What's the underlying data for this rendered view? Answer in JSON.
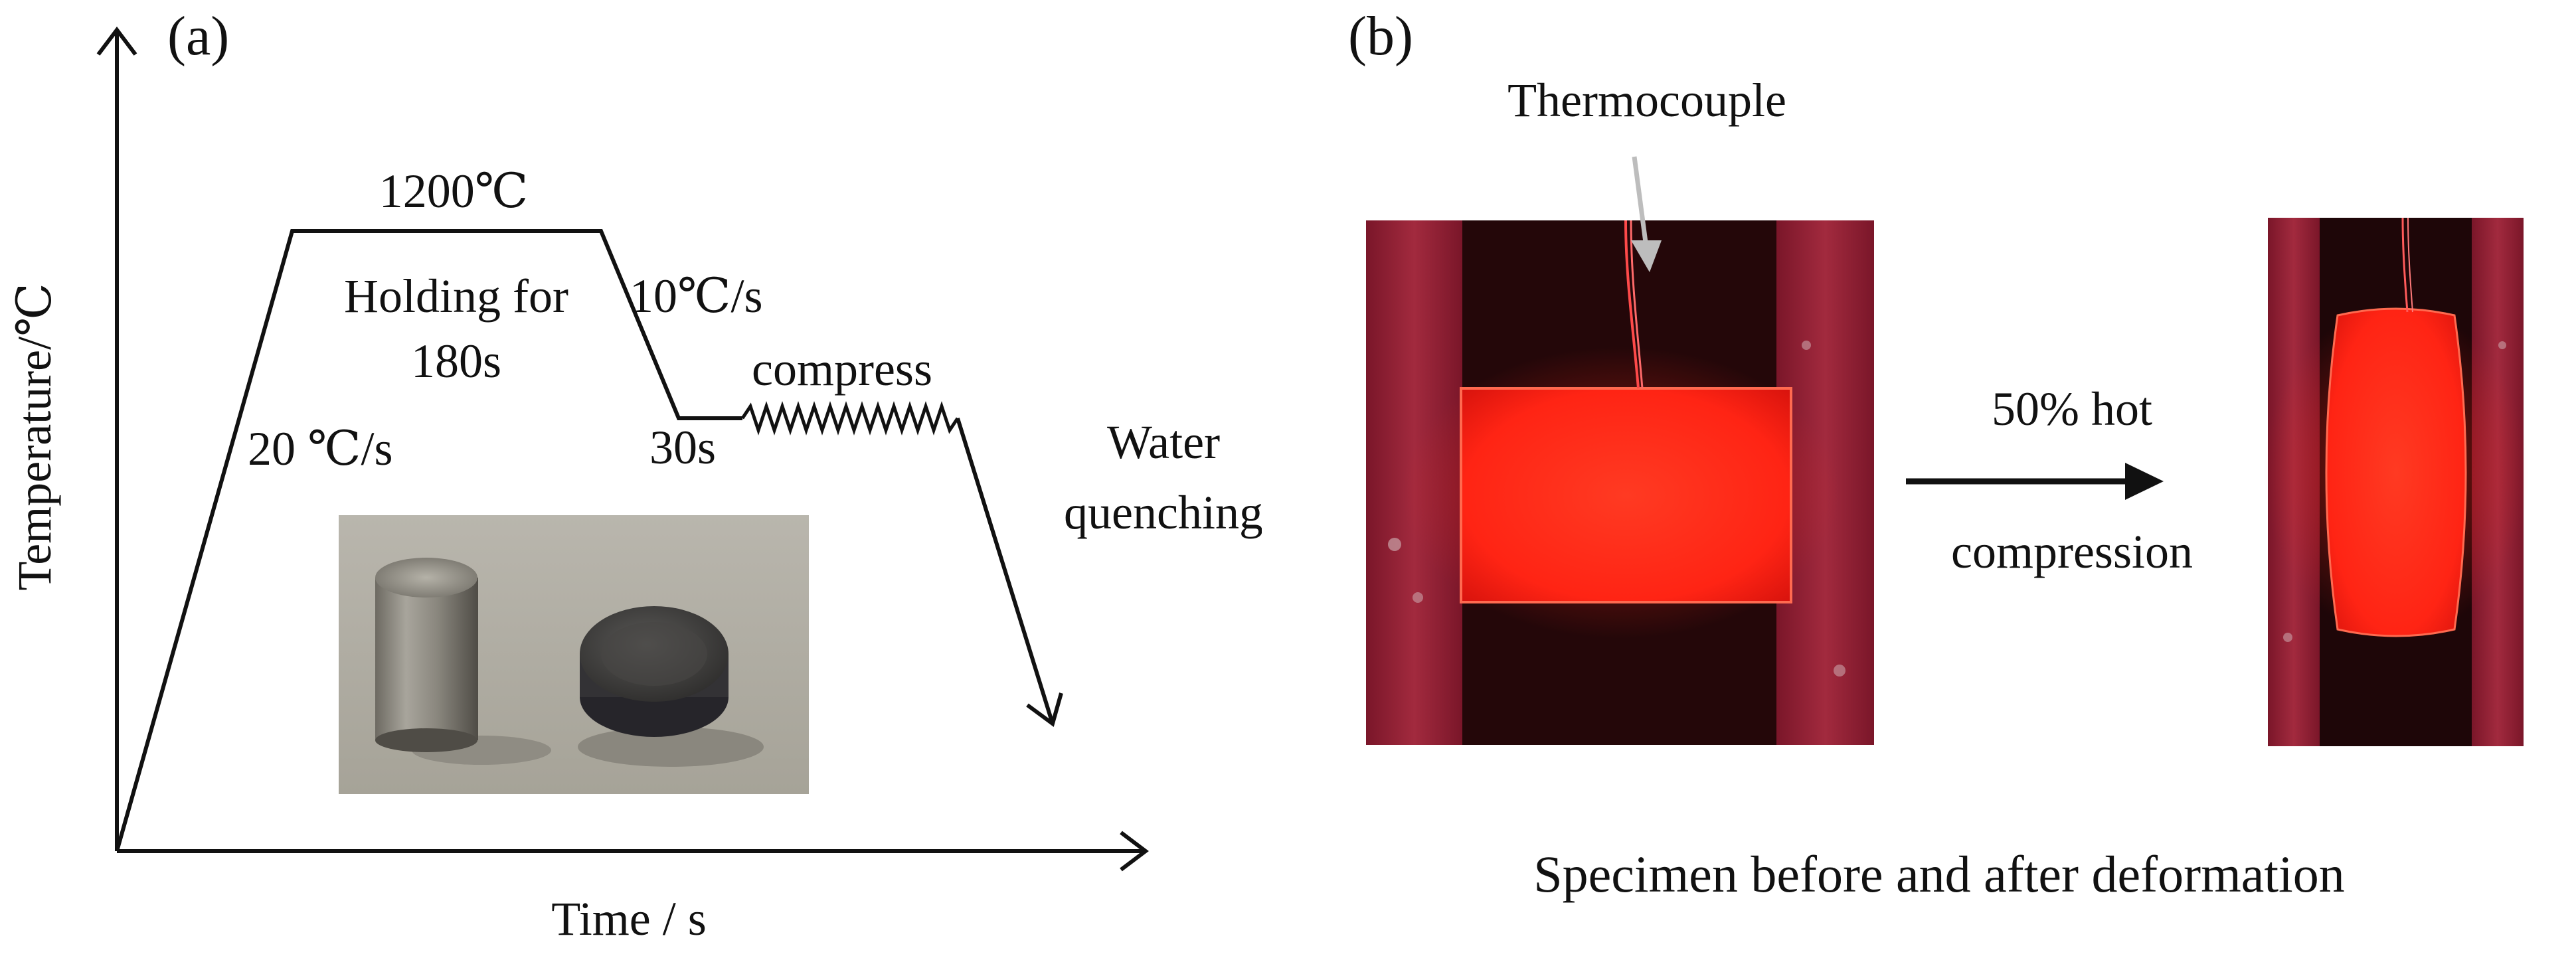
{
  "panel_a": {
    "tag": "(a)",
    "y_axis_label": "Temperature/℃",
    "x_axis_label": "Time / s",
    "heating_rate": "20 ℃/s",
    "hold_temperature": "1200℃",
    "holding_line1": "Holding for",
    "holding_line2": "180s",
    "cooling_rate": "10℃/s",
    "wait_time": "30s",
    "compress_label": "compress",
    "quench_line1": "Water",
    "quench_line2": "quenching",
    "specimen_photo": "cylinder-and-compressed-disk-photo"
  },
  "panel_b": {
    "tag": "(b)",
    "thermocouple_label": "Thermocouple",
    "arrow_line1": "50% hot",
    "arrow_line2": "compression",
    "caption": "Specimen before and after deformation",
    "photo_before": "heated-specimen-before-photo",
    "photo_after": "heated-specimen-after-photo"
  },
  "colors": {
    "glow": "#ff2a1a",
    "anvil": "#8a1c30",
    "background": "#ffffff",
    "line": "#111111"
  }
}
